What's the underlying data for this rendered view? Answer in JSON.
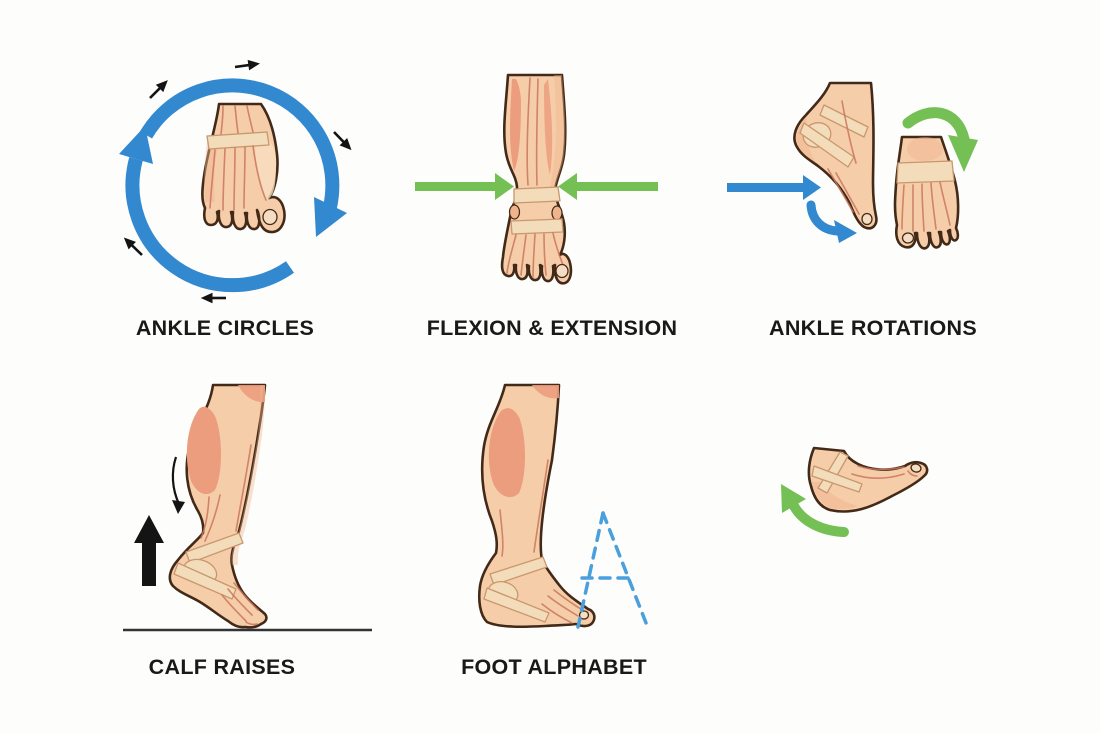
{
  "background": "#fdfdfc",
  "colors": {
    "blue": "#3389d0",
    "dash-blue": "#4aa0dc",
    "green": "#74c055",
    "ink": "#141414",
    "label": "#191919",
    "skin": "#f6cda9",
    "skin-shade": "#f0b48d",
    "muscle": "#ec9d7e",
    "muscle-dark": "#c9755c",
    "band": "#f3dcba",
    "band-stroke": "#c9976f",
    "nail": "#f5ddc4",
    "outline": "#432a18",
    "ground": "#333333"
  },
  "panels": [
    {
      "id": "ankle-circles",
      "label": "ANKLE CIRCLES",
      "icons": [
        "clockwise-circle-arrow-blue",
        "small-direction-arrows-black",
        "foot-top-view-illustration"
      ]
    },
    {
      "id": "flexion-extension",
      "label": "FLEXION & EXTENSION",
      "icons": [
        "green-arrow-right",
        "green-arrow-left",
        "lower-leg-front-view-illustration"
      ]
    },
    {
      "id": "ankle-rotations",
      "label": "ANKLE ROTATIONS",
      "icons": [
        "blue-arrow-right",
        "blue-curved-arrow-down",
        "green-curved-arrow-down",
        "pointed-foot-side-view-illustration",
        "foot-front-view-illustration"
      ]
    },
    {
      "id": "calf-raises",
      "label": "CALF RAISES",
      "icons": [
        "black-up-arrow",
        "thin-curved-down-arrow",
        "tiptoe-leg-side-view-illustration",
        "ground-line"
      ]
    },
    {
      "id": "foot-alphabet",
      "label": "FOOT ALPHABET",
      "traced_letter": "A",
      "icons": [
        "leg-side-view-illustration",
        "dashed-letter-a"
      ]
    },
    {
      "id": "ankle-stretch",
      "label": "",
      "icons": [
        "green-curved-arrow-up",
        "foot-side-view-illustration"
      ]
    }
  ]
}
